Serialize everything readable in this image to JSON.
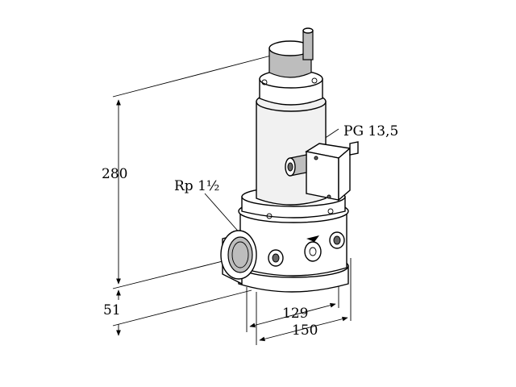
{
  "labels": {
    "cable_gland": "PG 13,5",
    "thread": "Rp 1½",
    "height": "280",
    "offset": "51",
    "port_spacing": "129",
    "length": "150"
  }
}
